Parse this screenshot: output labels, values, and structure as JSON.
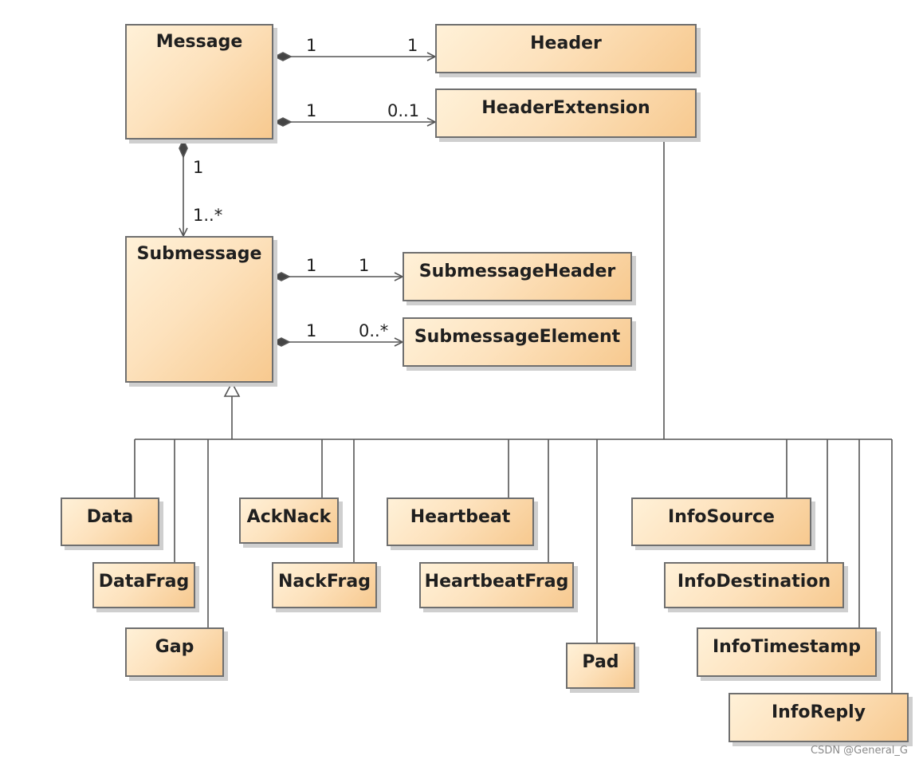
{
  "classes": {
    "message": "Message",
    "header": "Header",
    "header_extension": "HeaderExtension",
    "submessage": "Submessage",
    "submessage_header": "SubmessageHeader",
    "submessage_element": "SubmessageElement",
    "data": "Data",
    "data_frag": "DataFrag",
    "gap": "Gap",
    "ack_nack": "AckNack",
    "nack_frag": "NackFrag",
    "heartbeat": "Heartbeat",
    "heartbeat_frag": "HeartbeatFrag",
    "pad": "Pad",
    "info_source": "InfoSource",
    "info_destination": "InfoDestination",
    "info_timestamp": "InfoTimestamp",
    "info_reply": "InfoReply"
  },
  "multiplicities": {
    "message_header_src": "1",
    "message_header_dst": "1",
    "message_ext_src": "1",
    "message_ext_dst": "0..1",
    "message_sub_src": "1",
    "message_sub_dst": "1..*",
    "sub_header_src": "1",
    "sub_header_dst": "1",
    "sub_element_src": "1",
    "sub_element_dst": "0..*"
  },
  "watermark": "CSDN @General_G",
  "colors": {
    "box_light": "#fff1d8",
    "box_dark": "#f7c98f",
    "border": "#6f6f6f",
    "line": "#555555"
  }
}
